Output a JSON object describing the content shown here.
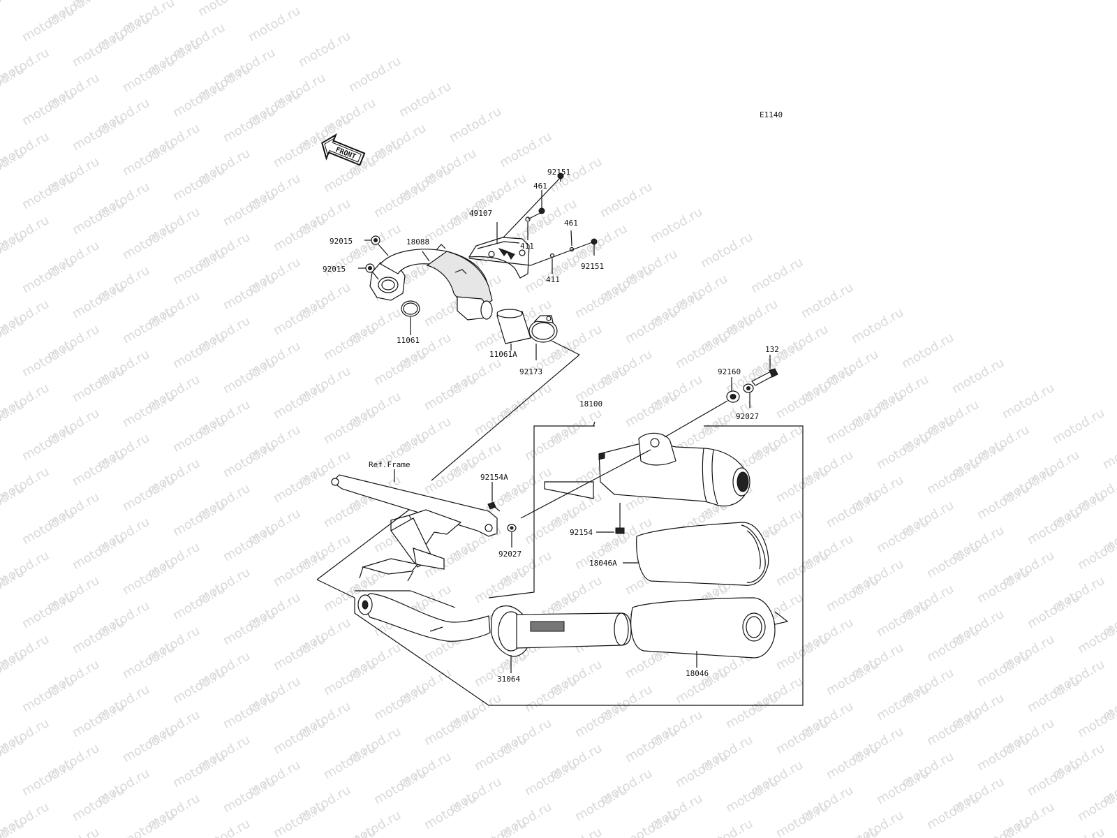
{
  "diagram_code": "E1140",
  "front_label": "FRONT",
  "watermark_text": "motod.ru",
  "colors": {
    "ink": "#111111",
    "watermark": "#d9d9d9",
    "background": "#ffffff"
  },
  "labels": {
    "p92151_a": "92151",
    "p461_a": "461",
    "p49107": "49107",
    "p411_a": "411",
    "p461_b": "461",
    "p92151_b": "92151",
    "p411_b": "411",
    "p18088": "18088",
    "p92015_a": "92015",
    "p92015_b": "92015",
    "p11061": "11061",
    "p11061A": "11061A",
    "p92173": "92173",
    "p132": "132",
    "p92160": "92160",
    "p92027_a": "92027",
    "p18100": "18100",
    "ref_frame": "Ref.Frame",
    "p92154A": "92154A",
    "p92027_b": "92027",
    "p92154": "92154",
    "p18046A": "18046A",
    "p18046": "18046",
    "p31064": "31064"
  }
}
